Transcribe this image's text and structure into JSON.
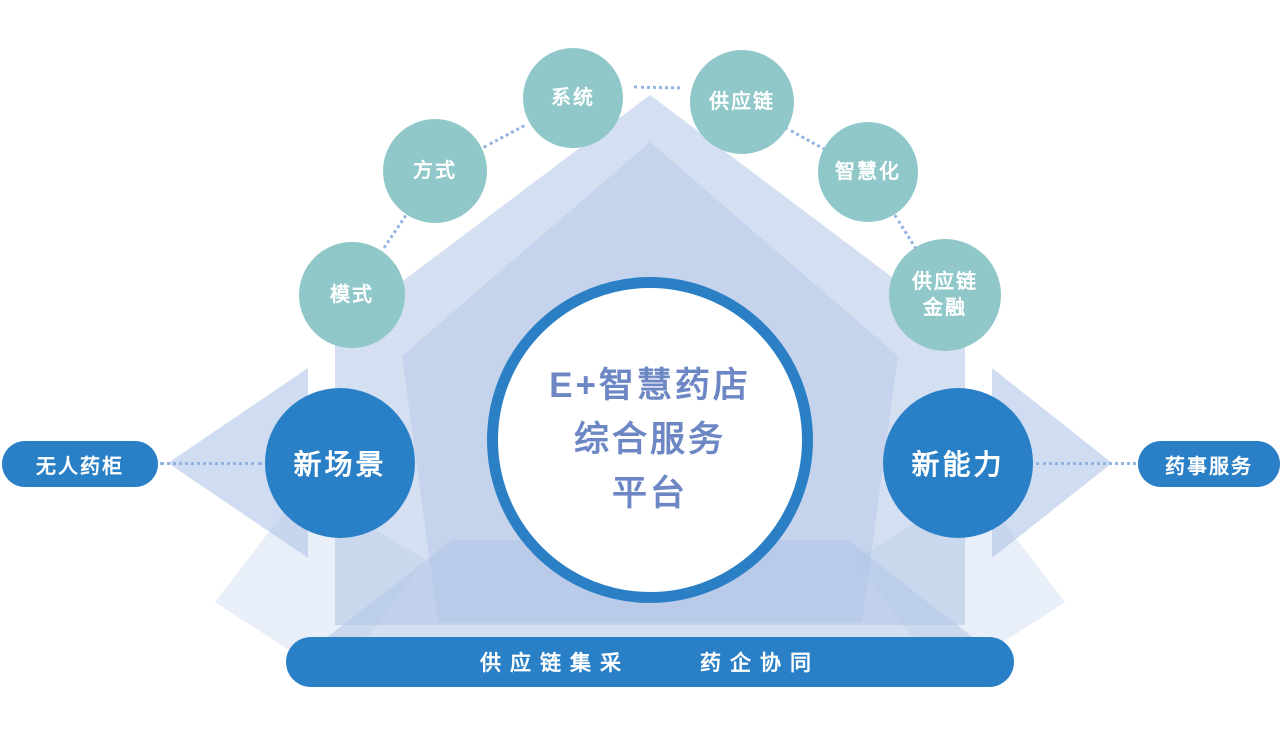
{
  "colors": {
    "primary_blue": "#2a80c6",
    "teal": "#90c8c9",
    "light_shape": "#c7d5ee",
    "center_text": "#6d87c4",
    "dotted_line": "#93b4e0"
  },
  "center": {
    "line1": "E+智慧药店",
    "line2": "综合服务",
    "line3": "平台"
  },
  "satellites": [
    {
      "line1": "模式",
      "line2": ""
    },
    {
      "line1": "方式",
      "line2": ""
    },
    {
      "line1": "系统",
      "line2": ""
    },
    {
      "line1": "供应链",
      "line2": ""
    },
    {
      "line1": "智慧化",
      "line2": ""
    },
    {
      "line1": "供应链",
      "line2": "金融"
    }
  ],
  "side_nodes": {
    "left": "新场景",
    "right": "新能力"
  },
  "pills": {
    "left": "无人药柜",
    "right": "药事服务"
  },
  "bottom_bar": {
    "item1": "供应链集采",
    "item2": "药企协同"
  }
}
